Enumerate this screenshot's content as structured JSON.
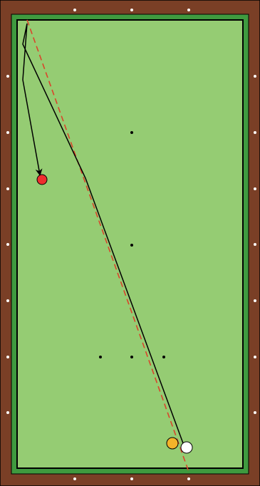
{
  "table": {
    "rail_color": "#7a3f26",
    "cushion_color": "#3f9a3f",
    "cloth_color": "#95cc73",
    "line_color": "#000000",
    "diamond_color": "#ffffff"
  },
  "balls": [
    {
      "name": "red-ball",
      "color": "#ee2e2e"
    },
    {
      "name": "yellow-ball",
      "color": "#f3b32a"
    },
    {
      "name": "white-cue-ball",
      "color": "#ffffff"
    }
  ],
  "paths": {
    "shot_path": {
      "color": "#000000",
      "style": "solid",
      "arrow_end": true
    },
    "aim_line": {
      "color": "#d9452b",
      "style": "dashed"
    }
  }
}
